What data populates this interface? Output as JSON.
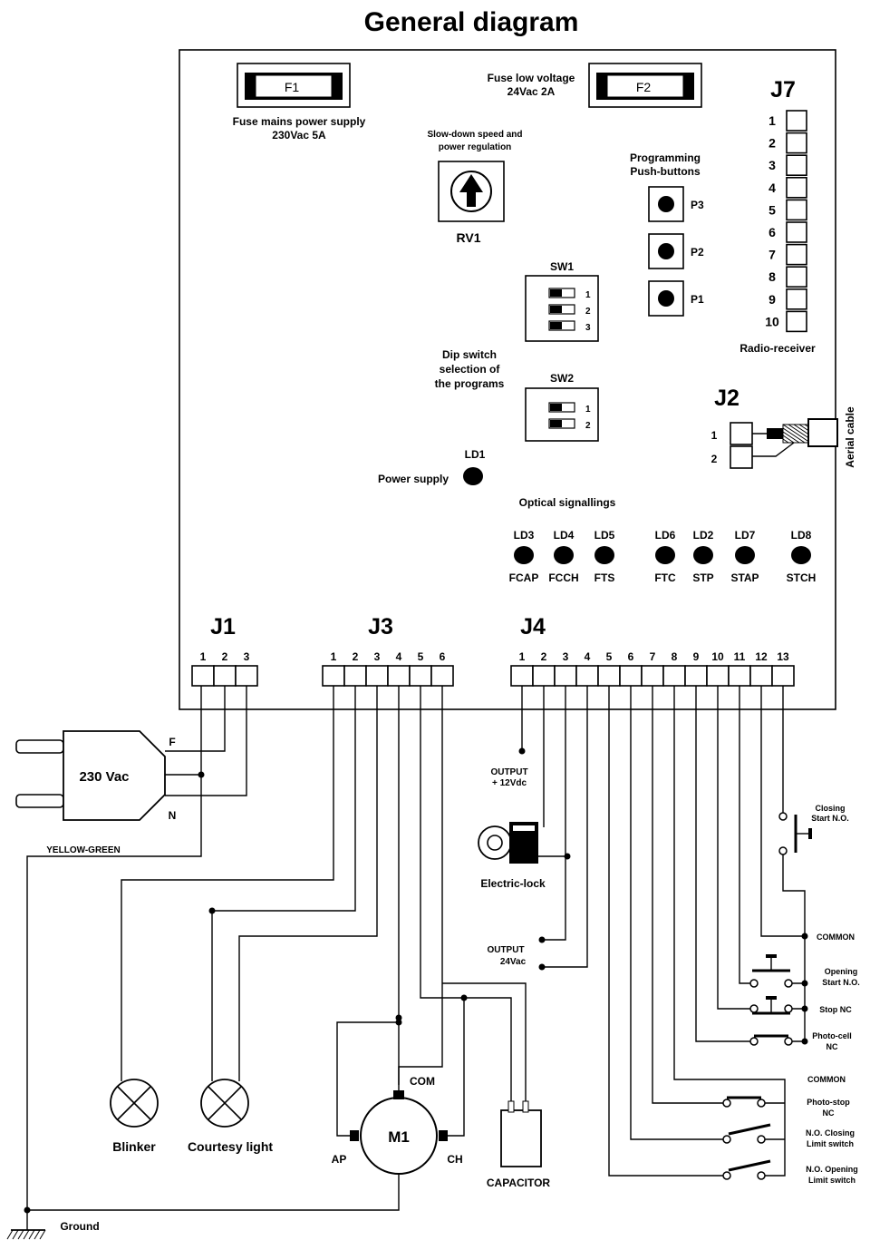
{
  "title": "General diagram",
  "fuses": {
    "f1": {
      "label": "F1",
      "caption1": "Fuse mains power supply",
      "caption2": "230Vac  5A"
    },
    "f2": {
      "label": "F2",
      "caption1": "Fuse low voltage",
      "caption2": "24Vac  2A"
    }
  },
  "rv1": {
    "label": "RV1",
    "caption1": "Slow-down speed and",
    "caption2": "power regulation"
  },
  "programming": {
    "caption1": "Programming",
    "caption2": "Push-buttons",
    "buttons": [
      "P3",
      "P2",
      "P1"
    ]
  },
  "sw1": {
    "label": "SW1",
    "numbers": [
      "1",
      "2",
      "3"
    ]
  },
  "sw2": {
    "label": "SW2",
    "numbers": [
      "1",
      "2"
    ]
  },
  "dip_caption": [
    "Dip switch",
    "selection of",
    "the programs"
  ],
  "ld1": {
    "label": "LD1",
    "caption": "Power supply"
  },
  "j7": {
    "label": "J7",
    "numbers": [
      "1",
      "2",
      "3",
      "4",
      "5",
      "6",
      "7",
      "8",
      "9",
      "10"
    ],
    "caption": "Radio-receiver"
  },
  "j2": {
    "label": "J2",
    "numbers": [
      "1",
      "2"
    ],
    "aerial": "Aerial cable"
  },
  "optical": {
    "caption": "Optical signallings",
    "leds": [
      {
        "top": "LD3",
        "bottom": "FCAP"
      },
      {
        "top": "LD4",
        "bottom": "FCCH"
      },
      {
        "top": "LD5",
        "bottom": "FTS"
      },
      {
        "top": "LD6",
        "bottom": "FTC"
      },
      {
        "top": "LD2",
        "bottom": "STP"
      },
      {
        "top": "LD7",
        "bottom": "STAP"
      },
      {
        "top": "LD8",
        "bottom": "STCH"
      }
    ]
  },
  "j1": {
    "label": "J1",
    "numbers": [
      "1",
      "2",
      "3"
    ]
  },
  "j3": {
    "label": "J3",
    "numbers": [
      "1",
      "2",
      "3",
      "4",
      "5",
      "6"
    ]
  },
  "j4": {
    "label": "J4",
    "numbers": [
      "1",
      "2",
      "3",
      "4",
      "5",
      "6",
      "7",
      "8",
      "9",
      "10",
      "11",
      "12",
      "13"
    ]
  },
  "plug": {
    "label": "230 Vac",
    "f": "F",
    "n": "N",
    "earth": "YELLOW-GREEN"
  },
  "outputs": {
    "out12_1": "OUTPUT",
    "out12_2": "+ 12Vdc",
    "lock": "Electric-lock",
    "out24_1": "OUTPUT",
    "out24_2": "24Vac"
  },
  "devices": {
    "blinker": "Blinker",
    "courtesy": "Courtesy light",
    "motor": "M1",
    "com": "COM",
    "ap": "AP",
    "ch": "CH",
    "capacitor": "CAPACITOR",
    "ground": "Ground"
  },
  "inputs": {
    "closing1": "Closing",
    "closing2": "Start  N.O.",
    "common1": "COMMON",
    "opening1": "Opening",
    "opening2": "Start  N.O.",
    "stop": "Stop NC",
    "photo1": "Photo-cell",
    "photo2": "NC",
    "common2": "COMMON",
    "photostop1": "Photo-stop",
    "photostop2": "NC",
    "noclose1": "N.O. Closing",
    "noclose2": "Limit switch",
    "noopen1": "N.O. Opening",
    "noopen2": "Limit switch"
  }
}
